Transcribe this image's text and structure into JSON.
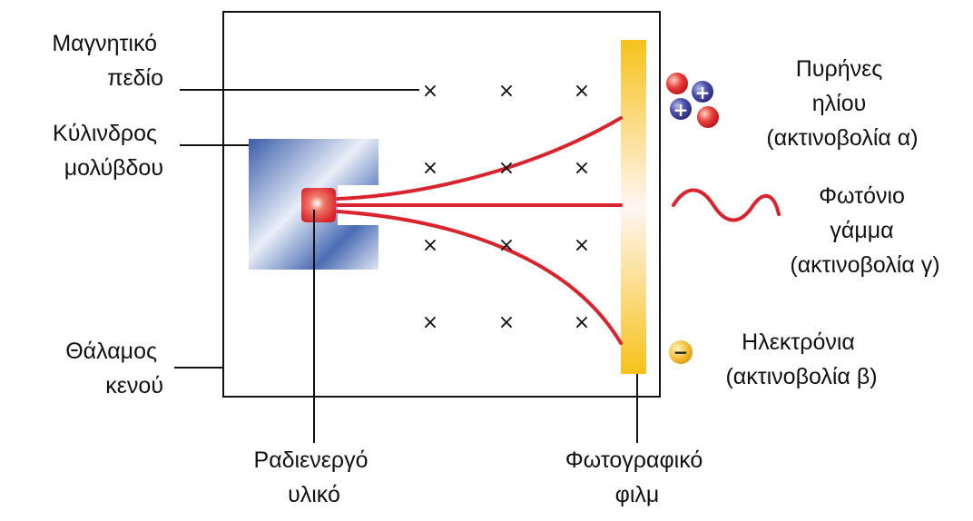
{
  "labels": {
    "magnetic_field": [
      "Μαγνητικό",
      "πεδίο"
    ],
    "lead_cylinder": [
      "Κύλινδρος",
      "μολύβδου"
    ],
    "vacuum_chamber": [
      "Θάλαμος",
      "κενού"
    ],
    "radioactive_material": [
      "Ραδιενεργό",
      "υλικό"
    ],
    "photographic_film": [
      "Φωτογραφικό",
      "φιλμ"
    ],
    "helium_nuclei": [
      "Πυρήνες",
      "ηλίου",
      "(ακτινοβολία α)"
    ],
    "gamma_photon": [
      "Φωτόνιο",
      "γάμμα",
      "(ακτινοβολία γ)"
    ],
    "electrons": [
      "Ηλεκτρόνια",
      "(ακτινοβολία β)"
    ]
  },
  "field_symbol": "×",
  "plus_symbol": "+",
  "minus_symbol": "−",
  "colors": {
    "beam": "#d9232d",
    "lead_dark": "#3a5daa",
    "lead_light": "#eef1f8",
    "film_edge": "#f6c21a",
    "film_center": "#fff8f0",
    "proton": "#3b3f9c",
    "neutron": "#d9232d",
    "electron": "#f2b92a"
  }
}
